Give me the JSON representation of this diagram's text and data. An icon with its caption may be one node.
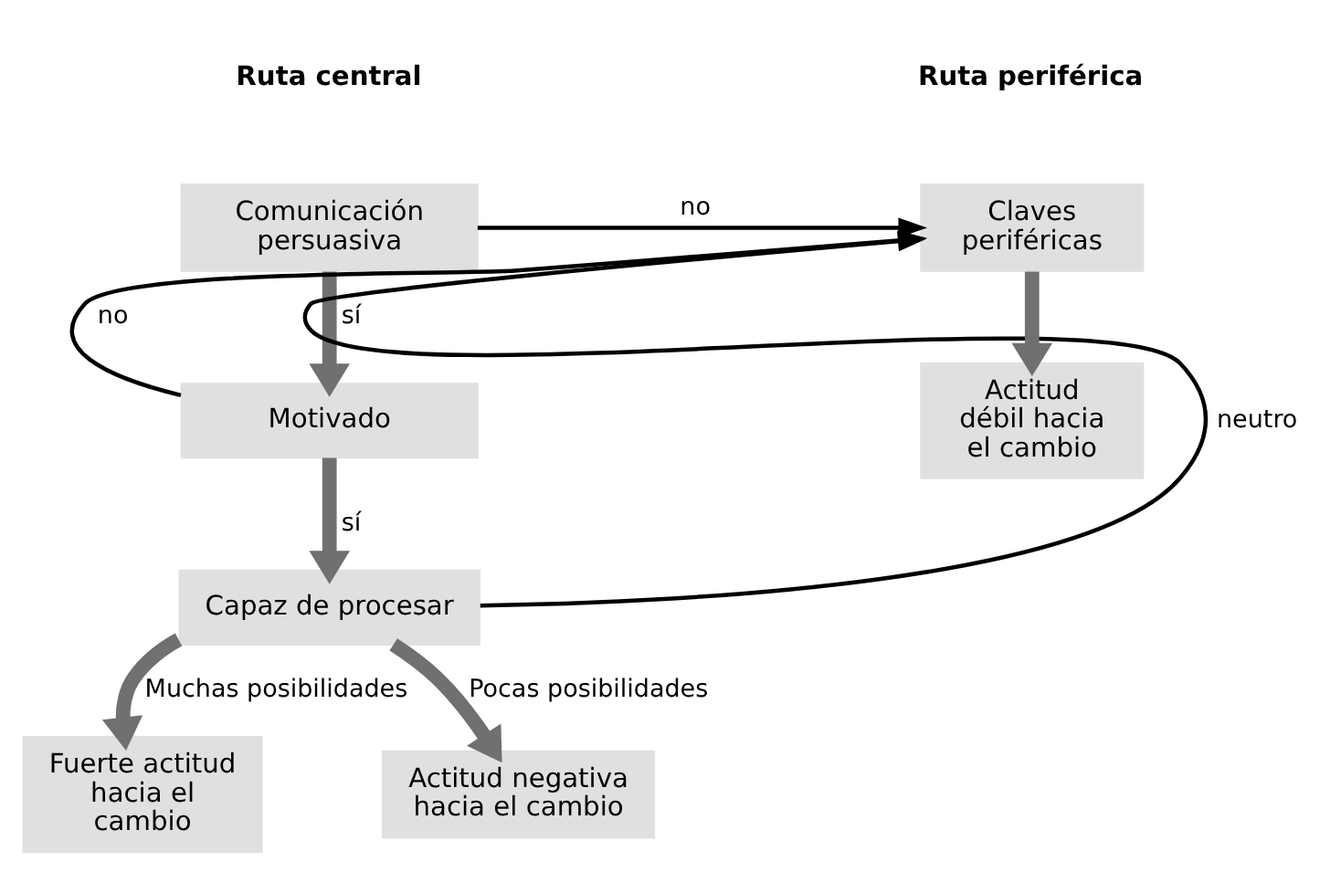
{
  "diagram": {
    "nodes": [
      {
        "text": [
          "Comunicación persuasiva"
        ]
      },
      {
        "text": [
          "Motivado"
        ]
      },
      {
        "text": [
          "Capaz de procesar"
        ]
      },
      {
        "text": [
          "Fuerte actitud hacia el cambio"
        ]
      },
      {
        "text": [
          "Actitud negativa hacia el cambio"
        ]
      },
      {
        "text": [
          "Claves periféricas"
        ]
      },
      {
        "text": [
          "Actitud débil hacia el cambio"
        ]
      }
    ],
    "edges": [
      {
        "from": 0,
        "to": 1,
        "arrow": "to",
        "label": "sí"
      },
      {
        "from": 1,
        "to": 2,
        "arrow": "to",
        "label": "sí"
      },
      {
        "from": 2,
        "to": 3,
        "arrow": "to",
        "label": "Muchas posibilidades"
      },
      {
        "from": 2,
        "to": 4,
        "arrow": "to",
        "label": "Pocas posibilidades"
      },
      {
        "from": 5,
        "to": 6,
        "arrow": "to"
      },
      {
        "from": 0,
        "to": 5,
        "arrow": "to",
        "label": "no",
        "color": "#000000"
      },
      {
        "from": 1,
        "to": 5,
        "arrow": "to",
        "label": "no",
        "color": "#000000"
      },
      {
        "from": 2,
        "to": 5,
        "arrow": "to",
        "label": "neutro",
        "color": "#000000"
      }
    ],
    "labels": [
      "Ruta central",
      "Ruta periférica"
    ]
  }
}
